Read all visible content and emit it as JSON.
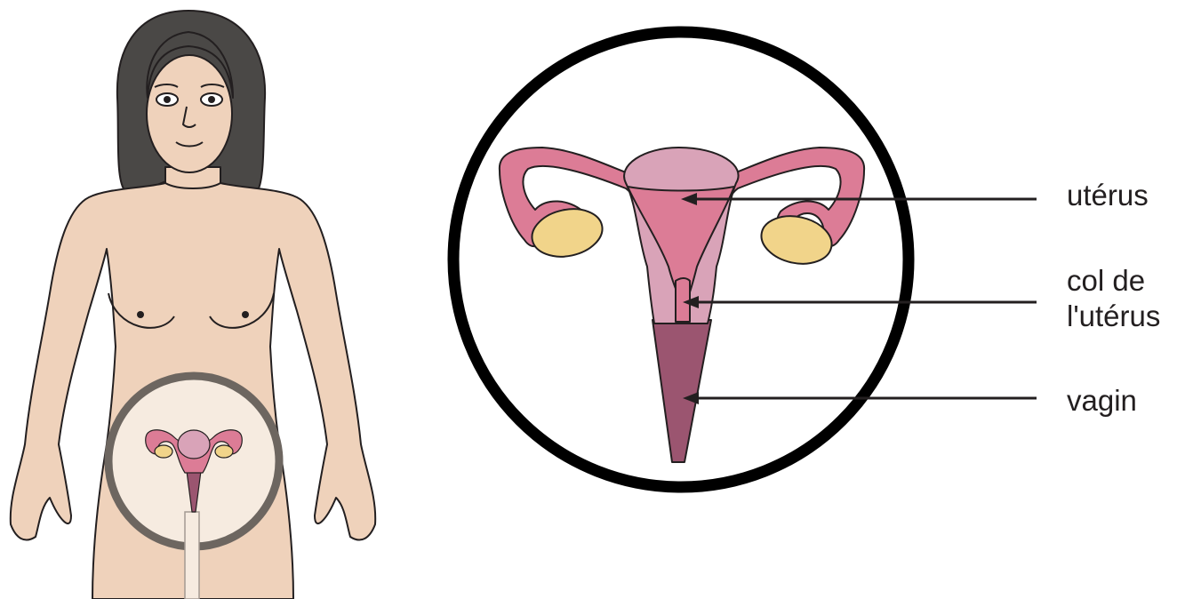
{
  "labels": {
    "uterus": "utérus",
    "cervix_line1": "col de",
    "cervix_line2": "l'utérus",
    "vagina": "vagin"
  },
  "colors": {
    "skin": "#efd2bb",
    "outline": "#231f20",
    "hair": "#4a4846",
    "uterus": "#dc7c96",
    "uterus_inner": "#d9a3b8",
    "vagina": "#9b5570",
    "ovary": "#f1d48a",
    "magnifier_ring": "#6d6660"
  },
  "icons": {
    "figure": "woman-figure",
    "magnifier": "magnifier-circle",
    "organ": "female-reproductive-organs"
  }
}
